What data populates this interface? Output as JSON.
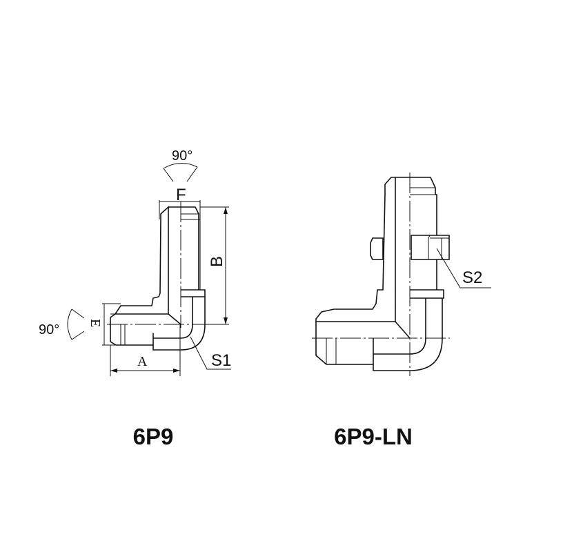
{
  "figures": [
    {
      "title": "6P9",
      "labels": {
        "top_angle": "90°",
        "side_angle": "90°",
        "F": "F",
        "B": "B",
        "E": "E",
        "A": "A",
        "S1": "S1"
      }
    },
    {
      "title": "6P9-LN",
      "labels": {
        "S2": "S2"
      }
    }
  ],
  "colors": {
    "line": "#111111",
    "background": "#ffffff"
  }
}
